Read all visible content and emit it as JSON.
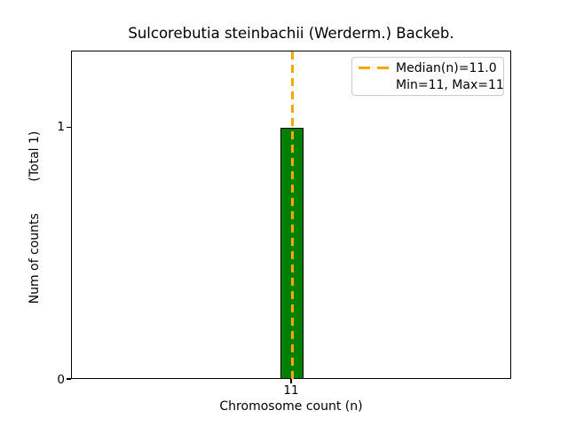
{
  "title": "Sulcorebutia steinbachii (Werderm.) Backeb.",
  "axes": {
    "xlabel": "Chromosome count (n)",
    "ylabel": "Num of counts        (Total 1)",
    "x_ticks": [
      "11"
    ],
    "y_ticks": [
      "0",
      "1"
    ]
  },
  "legend": {
    "median_label": "Median(n)=11.0",
    "minmax_label": "Min=11, Max=11"
  },
  "colors": {
    "bar_fill": "#008000",
    "bar_edge": "#000000",
    "median_line": "#FFA500",
    "legend_border": "#cccccc",
    "axis": "#000000",
    "background": "#ffffff"
  },
  "chart_data": {
    "type": "bar",
    "categories": [
      11
    ],
    "values": [
      1
    ],
    "title": "Sulcorebutia steinbachii (Werderm.) Backeb.",
    "xlabel": "Chromosome count (n)",
    "ylabel": "Num of counts (Total 1)",
    "ylim": [
      0,
      1.3
    ],
    "xtick_labels": [
      "11"
    ],
    "ytick_labels": [
      "0",
      "1"
    ],
    "total_counts": 1,
    "median_n": 11.0,
    "min_n": 11,
    "max_n": 11,
    "bar_color": "#008000",
    "bar_edge_color": "#000000",
    "median_line_color": "#FFA500",
    "median_line_style": "dashed",
    "legend_entries": [
      "Median(n)=11.0",
      "Min=11, Max=11"
    ],
    "legend_position": "upper right",
    "grid": false
  }
}
